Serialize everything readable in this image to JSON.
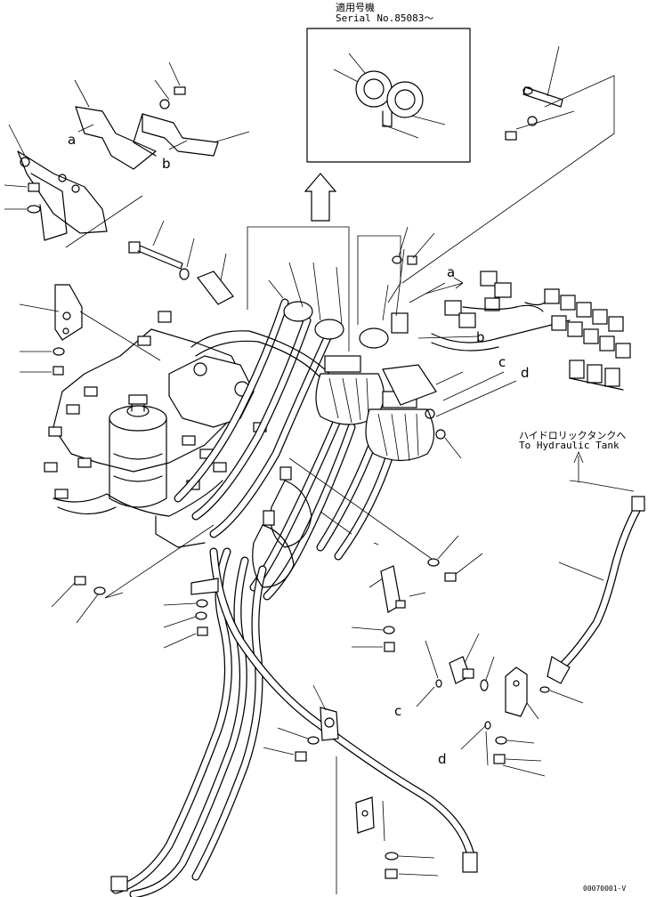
{
  "header": {
    "applicable_models": "適用号機",
    "serial": "Serial No.85083～"
  },
  "callout_letters": {
    "a1": "a",
    "b1": "b",
    "a2": "a",
    "b2": "b",
    "c1": "c",
    "d1": "d",
    "c2": "c",
    "d2": "d"
  },
  "tank_note": {
    "jp": "ハイドロリックタンクへ",
    "en": "To Hydraulic Tank"
  },
  "drawing_number": "00070001-V"
}
